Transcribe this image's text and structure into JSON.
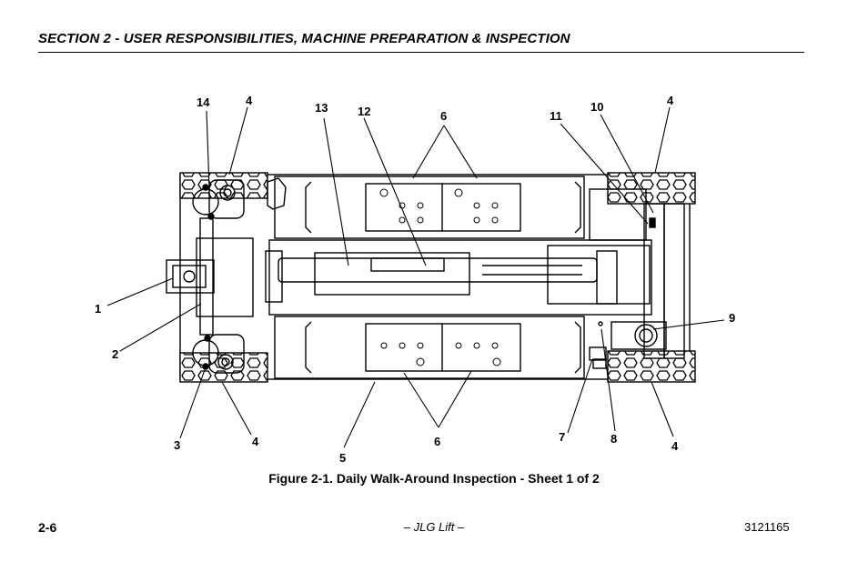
{
  "header": {
    "section_title": "SECTION 2 - USER RESPONSIBILITIES, MACHINE PREPARATION & INSPECTION"
  },
  "figure": {
    "caption": "Figure 2-1. Daily Walk-Around Inspection - Sheet 1 of 2",
    "callouts": [
      "14",
      "4",
      "13",
      "12",
      "6",
      "11",
      "10",
      "4",
      "1",
      "2",
      "9",
      "3",
      "4",
      "5",
      "6",
      "7",
      "8",
      "4"
    ]
  },
  "footer": {
    "page_number": "2-6",
    "center": "– JLG Lift –",
    "doc_number": "3121165"
  }
}
